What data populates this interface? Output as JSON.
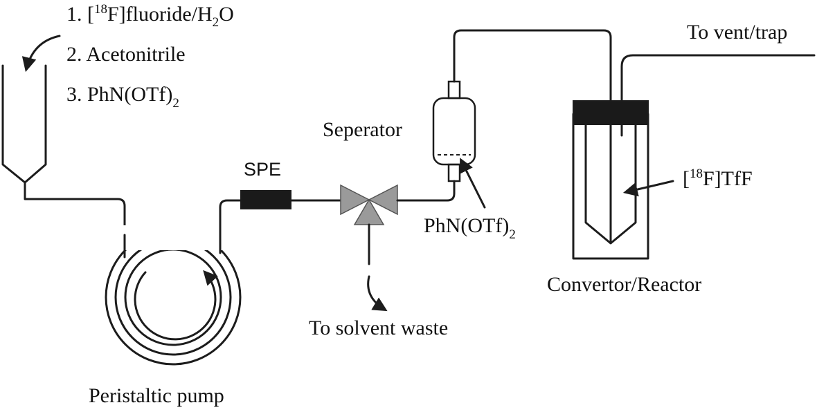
{
  "diagram": {
    "steps": [
      {
        "prefix": "1. [",
        "sup": "18",
        "mid": "F]fluoride/H",
        "sub": "2",
        "suffix": "O"
      },
      {
        "prefix": "2. Acetonitrile"
      },
      {
        "prefix": "3. PhN(OTf)",
        "sub": "2"
      }
    ],
    "labels": {
      "spe": "SPE",
      "separator": "Seperator",
      "vent": "To vent/trap",
      "waste": "To solvent waste",
      "pump": "Peristaltic pump",
      "reactor": "Convertor/Reactor",
      "reagent_main": "PhN(OTf)",
      "reagent_sub": "2",
      "product_open": "[",
      "product_sup": "18",
      "product_rest": "F]TfF"
    }
  },
  "colors": {
    "line": "#1c1c1c",
    "valve_fill": "#9a9a9a",
    "block_fill": "#1a1a1a",
    "background": "#ffffff"
  }
}
